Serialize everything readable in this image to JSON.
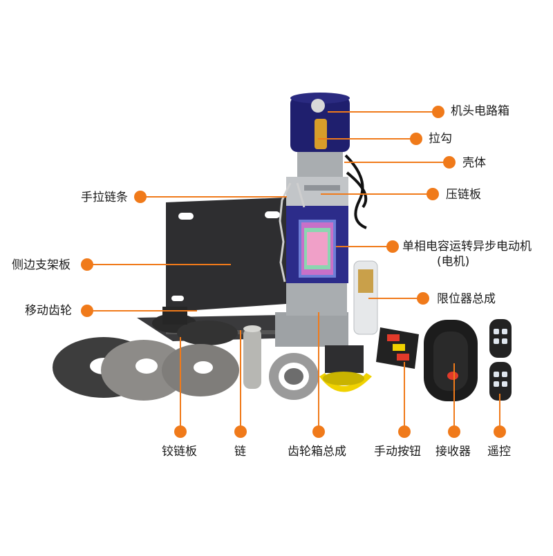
{
  "colors": {
    "callout_dot": "#f07a1a",
    "callout_line": "#f07a1a",
    "motor_blue": "#2c2c8a",
    "housing_grey": "#a9adb0",
    "plate_dark": "#2e2e30",
    "disc_grey": "#8d8b88"
  },
  "callouts": {
    "circuit_box": "机头电路箱",
    "pull_hook": "拉勾",
    "housing": "壳体",
    "hand_chain": "手拉链条",
    "chain_press_plate": "压链板",
    "motor_line1": "单相电容运转异步电动机",
    "motor_line2": "(电机)",
    "side_bracket": "侧边支架板",
    "limit_switch": "限位器总成",
    "moving_gear": "移动齿轮",
    "hinge_plate": "铰链板",
    "chain": "链",
    "gearbox": "齿轮箱总成",
    "manual_button": "手动按钮",
    "receiver": "接收器",
    "remote": "遥控"
  },
  "icons": {
    "callout_marker": "orange-dot-icon",
    "motor_logo": "brand-badge-icon"
  }
}
